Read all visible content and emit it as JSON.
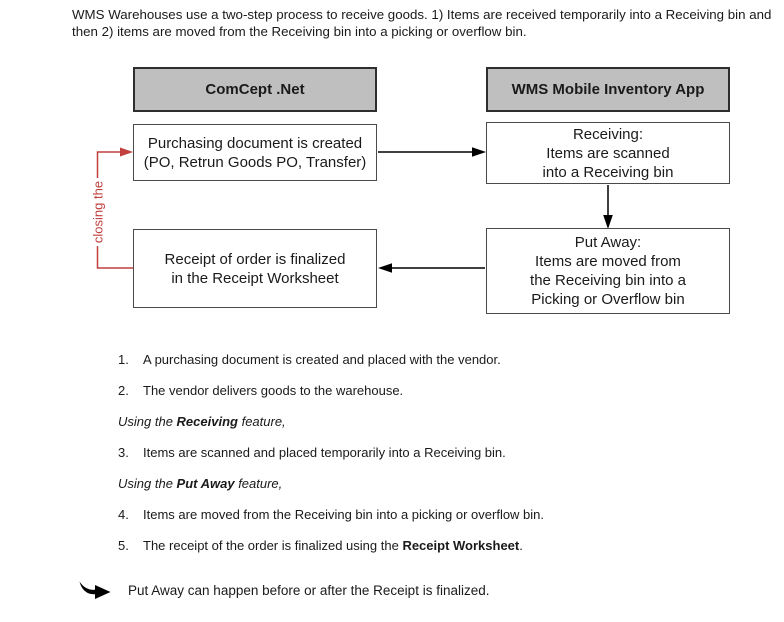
{
  "intro": {
    "text": "WMS Warehouses use a two-step process to receive goods. 1) Items are received temporarily into a Receiving bin and\nthen 2) items are moved from the Receiving bin into a picking or overflow bin."
  },
  "diagram": {
    "header_left": {
      "label": "ComCept .Net"
    },
    "header_right": {
      "label": "WMS Mobile Inventory App"
    },
    "boxes": {
      "purchasing": {
        "text": "Purchasing document is created\n(PO, Retrun Goods PO, Transfer)"
      },
      "receiving": {
        "text": "Receiving:\nItems are scanned\ninto a Receiving bin"
      },
      "receipt": {
        "text": "Receipt of order is finalized\nin the Receipt Worksheet"
      },
      "putaway": {
        "text": "Put Away:\nItems are moved from\nthe Receiving bin into a\nPicking or Overflow bin"
      }
    },
    "red_label": "closing the",
    "colors": {
      "red_accent": "#c0403f",
      "header_fill": "#bfbfbf",
      "box_border": "#4a4a4a",
      "connector_black": "#000000"
    }
  },
  "steps": {
    "s1": {
      "num": "1.",
      "text": "A purchasing document is created and placed with the vendor."
    },
    "s2": {
      "num": "2.",
      "text": "The vendor delivers goods to the warehouse."
    },
    "using_receiving": {
      "pre": "Using the ",
      "bold": "Receiving",
      "post": " feature,"
    },
    "s3": {
      "num": "3.",
      "text": "Items are scanned and placed temporarily into a Receiving bin."
    },
    "using_putaway": {
      "pre": "Using the ",
      "bold": "Put Away",
      "post": " feature,"
    },
    "s4": {
      "num": "4.",
      "text": "Items are moved from the Receiving bin into a picking or overflow bin."
    },
    "s5": {
      "num": "5.",
      "pre": "The receipt of the order is finalized using the ",
      "bold": "Receipt Worksheet",
      "post": "."
    }
  },
  "note": {
    "icon": "curved-right-arrow-icon",
    "text": "Put Away can happen before or after the Receipt is finalized."
  }
}
